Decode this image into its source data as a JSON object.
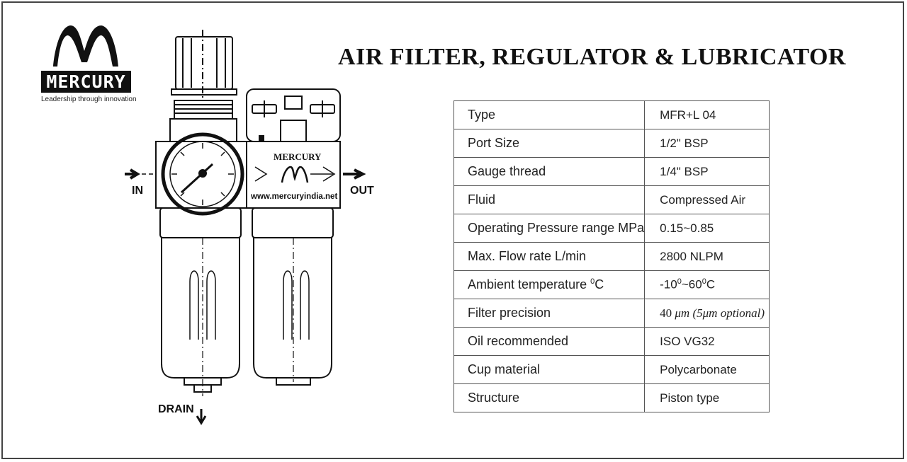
{
  "logo": {
    "brand": "MERCURY",
    "tagline": "Leadership through innovation"
  },
  "title": "AIR FILTER, REGULATOR & LUBRICATOR",
  "diagram": {
    "in_label": "IN",
    "out_label": "OUT",
    "drain_label": "DRAIN",
    "unit_brand": "MERCURY",
    "website": "www.mercuryindia.net"
  },
  "specs": [
    {
      "label": "Type",
      "value": "MFR+L 04"
    },
    {
      "label": "Port Size",
      "value": "1/2\" BSP"
    },
    {
      "label": "Gauge thread",
      "value": "1/4\" BSP"
    },
    {
      "label": "Fluid",
      "value": "Compressed Air"
    },
    {
      "label": "Operating Pressure range MPa",
      "value": "0.15~0.85"
    },
    {
      "label": "Max. Flow rate L/min",
      "value": "2800 NLPM"
    },
    {
      "label": "Ambient temperature",
      "label_sup": "0",
      "label_suffix": "C",
      "value_parts": [
        "-10",
        "0",
        "~60",
        "0",
        "C"
      ]
    },
    {
      "label": "Filter precision",
      "value_parts": [
        "40 ",
        "μm",
        " (5",
        "μm",
        " optional)"
      ]
    },
    {
      "label": "Oil recommended",
      "value": "ISO VG32"
    },
    {
      "label": "Cup material",
      "value": "Polycarbonate"
    },
    {
      "label": "Structure",
      "value": "Piston type"
    }
  ]
}
